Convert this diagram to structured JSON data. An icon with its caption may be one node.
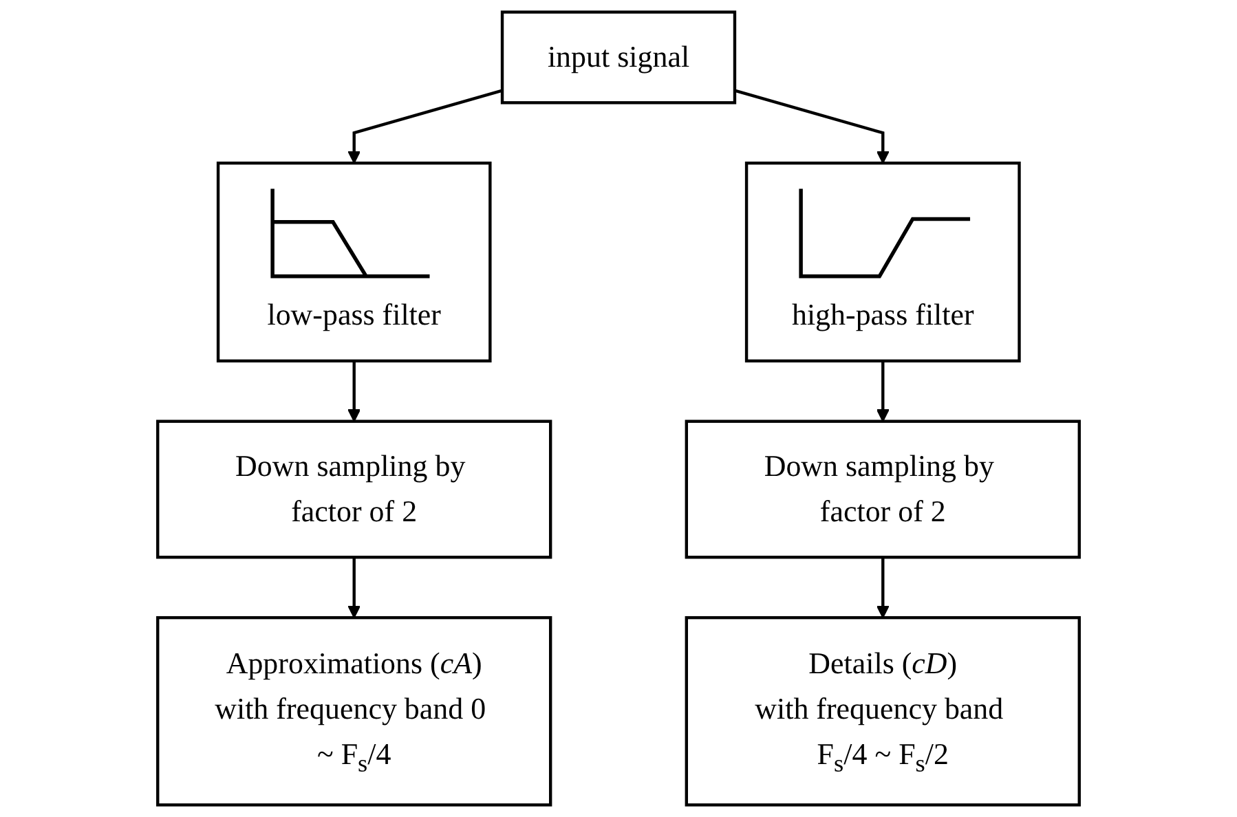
{
  "diagram": {
    "nodes": [
      {
        "text": [
          "input  signal"
        ]
      },
      {
        "text": [
          "low-pass filter"
        ]
      },
      {
        "text": [
          "high-pass filter"
        ]
      },
      {
        "text": [
          "Down sampling by factor of 2"
        ]
      },
      {
        "text": [
          "Down sampling by factor of 2"
        ]
      },
      {
        "text": [
          "Approximations (*cA*)",
          "with frequency band 0 ~ F$_{s}$/4"
        ]
      },
      {
        "text": [
          "Details (*cD*)",
          "with frequency band F$_{s}$/4 ~ F$_{s}$/2"
        ]
      }
    ],
    "edges": [
      {
        "from": 0,
        "to": 1,
        "arrow": "to"
      },
      {
        "from": 0,
        "to": 2,
        "arrow": "to"
      },
      {
        "from": 1,
        "to": 3,
        "arrow": "to"
      },
      {
        "from": 2,
        "to": 4,
        "arrow": "to"
      },
      {
        "from": 3,
        "to": 5,
        "arrow": "to"
      },
      {
        "from": 4,
        "to": 6,
        "arrow": "to"
      }
    ]
  }
}
